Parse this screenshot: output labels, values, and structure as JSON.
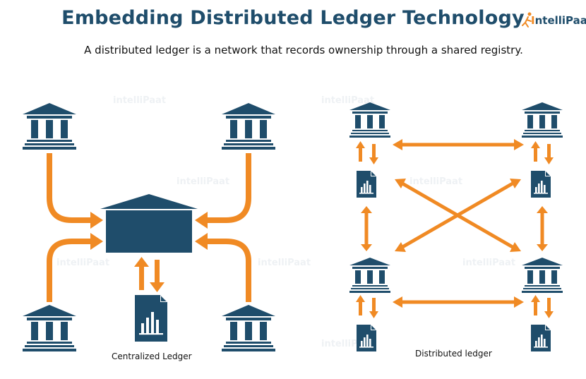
{
  "header": {
    "title": "Embedding Distributed Ledger Technology",
    "subtitle": "A distributed ledger is a network that records ownership through a shared registry."
  },
  "brand": {
    "logo_prefix": "I",
    "logo_rest": "ntelliPaat",
    "watermark": "intelliPaat"
  },
  "labels": {
    "centralized": "Centralized Ledger",
    "distributed": "Distributed ledger"
  },
  "colors": {
    "navy": "#1f4d6b",
    "orange": "#f08a24"
  },
  "icons": {
    "bank": "bank-building-icon",
    "document": "ledger-document-icon",
    "server": "central-server-icon"
  }
}
